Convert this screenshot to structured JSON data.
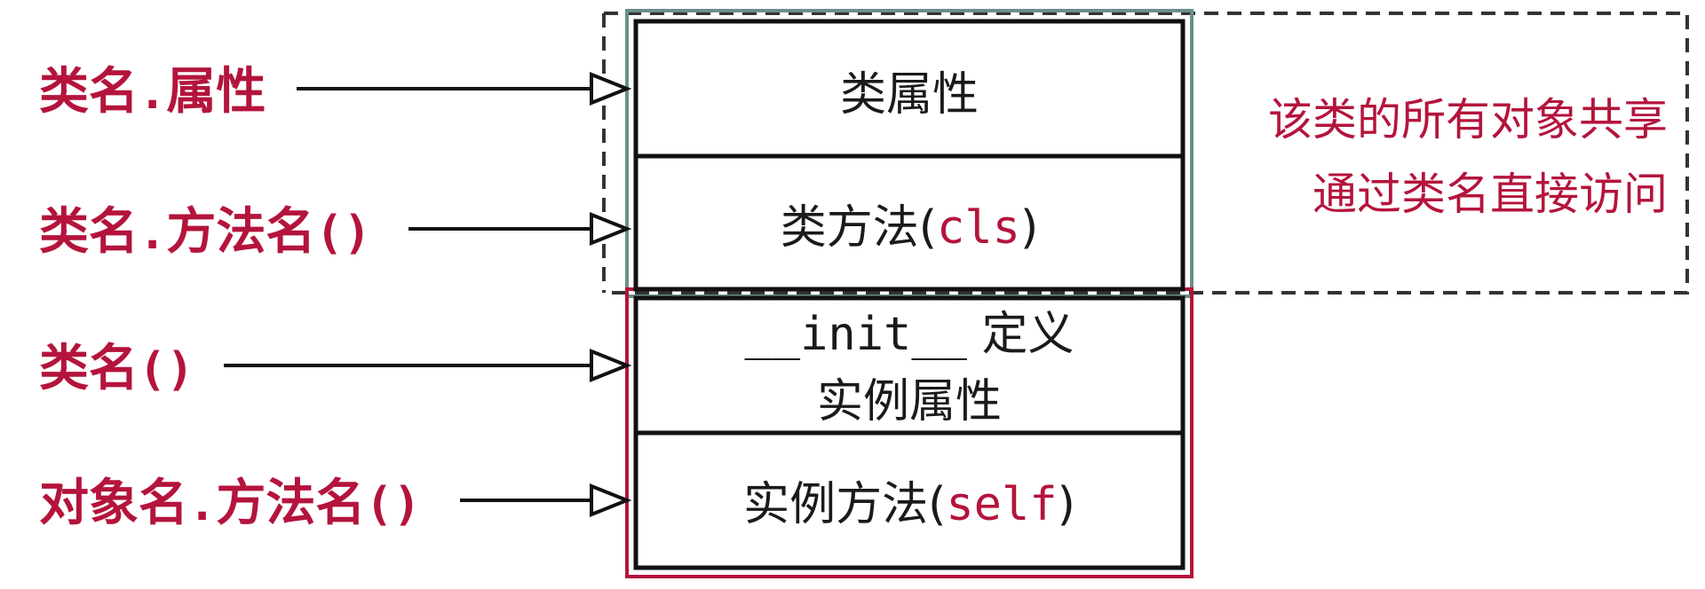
{
  "left_labels": [
    {
      "main": "类名",
      "dot": ".",
      "tail": "属性",
      "parens": ""
    },
    {
      "main": "类名",
      "dot": ".",
      "tail": "方法名",
      "parens": "()"
    },
    {
      "main": "类名",
      "dot": "",
      "tail": "",
      "parens": "()"
    },
    {
      "main": "对象名",
      "dot": ".",
      "tail": "方法名",
      "parens": "()"
    }
  ],
  "boxes": {
    "class_attr": "类属性",
    "class_method": {
      "prefix": "类方法(",
      "param": "cls",
      "suffix": ")"
    },
    "init": {
      "keyword": "__init__",
      "text": " 定义"
    },
    "instance_attr": "实例属性",
    "instance_method": {
      "prefix": "实例方法(",
      "param": "self",
      "suffix": ")"
    }
  },
  "note": {
    "line1": "该类的所有对象共享",
    "line2": "通过类名直接访问"
  },
  "colors": {
    "accent_red": "#b4143c",
    "class_group_border": "#6a8f8a",
    "box_border": "#111111",
    "dashed_border": "#333333"
  }
}
